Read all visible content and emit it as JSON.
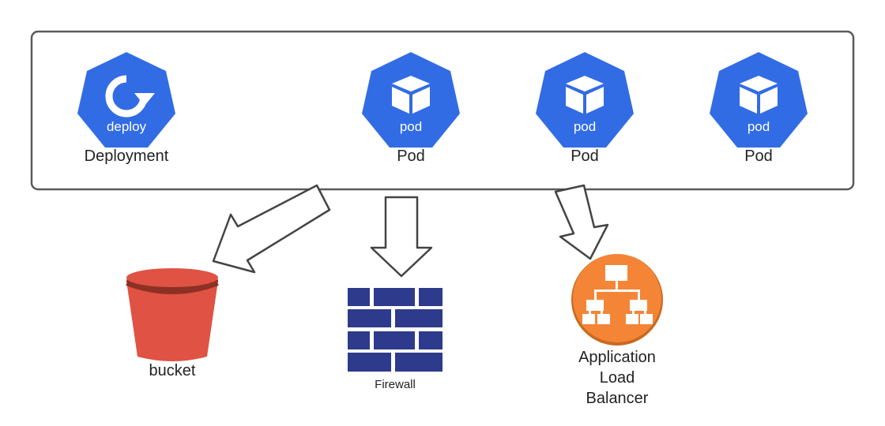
{
  "diagram": {
    "deployment": {
      "icon_text": "deploy",
      "label": "Deployment",
      "icon": "kubernetes-deploy-icon"
    },
    "pods": [
      {
        "icon_text": "pod",
        "label": "Pod",
        "icon": "kubernetes-pod-icon"
      },
      {
        "icon_text": "pod",
        "label": "Pod",
        "icon": "kubernetes-pod-icon"
      },
      {
        "icon_text": "pod",
        "label": "Pod",
        "icon": "kubernetes-pod-icon"
      }
    ],
    "bucket": {
      "label": "bucket",
      "icon": "s3-bucket-icon"
    },
    "firewall": {
      "label": "Firewall",
      "icon": "firewall-icon"
    },
    "alb": {
      "label_lines": [
        "Application",
        "Load",
        "Balancer"
      ],
      "icon": "application-load-balancer-icon"
    },
    "colors": {
      "k8s_blue": "#326CE5",
      "bucket_red": "#E05243",
      "bucket_dark": "#8C3123",
      "firewall_navy": "#2E3A8C",
      "alb_orange": "#F58536",
      "container_border": "#555555",
      "arrow_stroke": "#444444"
    }
  }
}
